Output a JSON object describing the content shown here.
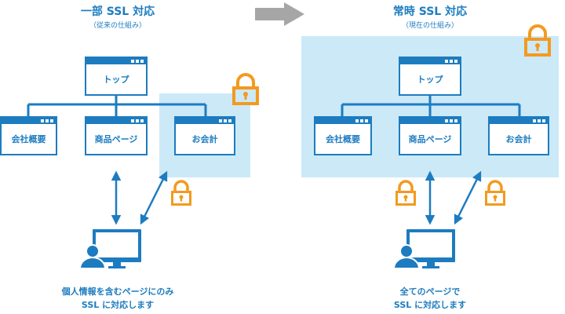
{
  "left": {
    "title": "一部 SSL 対応",
    "subtitle": "（従来の仕組み）",
    "pages": {
      "top": "トップ",
      "company": "会社概要",
      "product": "商品ページ",
      "account": "お会計"
    },
    "caption": [
      "個人情報を含むページにのみ",
      "SSL に対応します"
    ]
  },
  "right": {
    "title": "常時 SSL 対応",
    "subtitle": "（現在の仕組み）",
    "pages": {
      "top": "トップ",
      "company": "会社概要",
      "product": "商品ページ",
      "account": "お会計"
    },
    "caption": [
      "全てのページで",
      "SSL に対応します"
    ]
  },
  "colors": {
    "primary": "#1d7cc0",
    "zone": "#cce9f8",
    "lock": "#f39a1f",
    "arrow": "#a6a6a6"
  },
  "icons": [
    "lock-icon",
    "computer-user-icon",
    "transition-arrow-icon",
    "double-headed-arrow-icon"
  ]
}
